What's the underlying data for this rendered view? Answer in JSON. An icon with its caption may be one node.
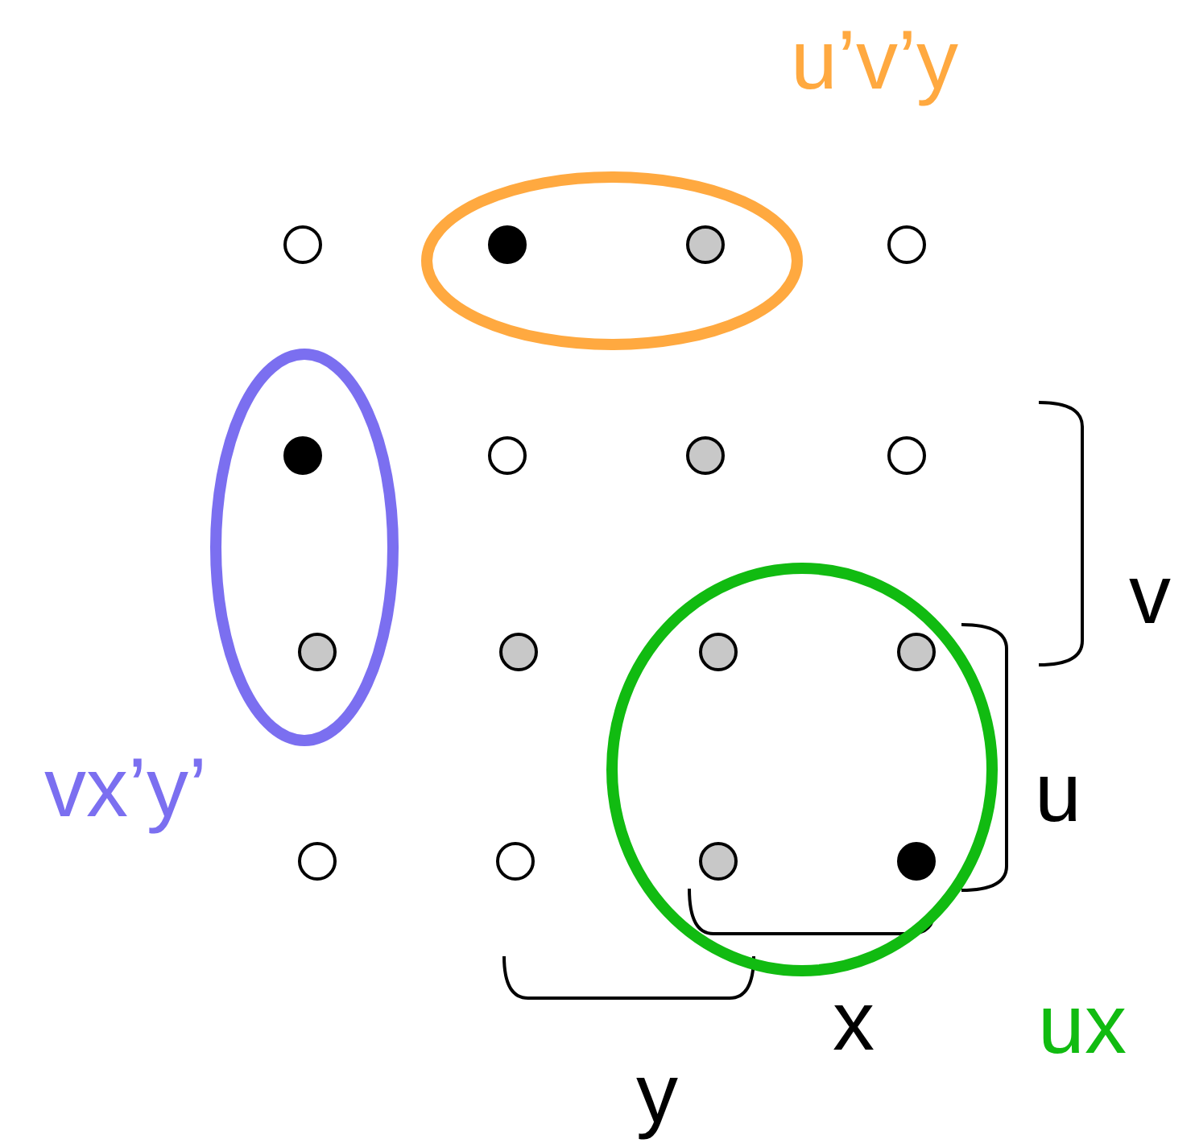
{
  "diagram": {
    "nodes": [
      {
        "text": [],
        "shape": "ellipse",
        "beside": [
          "u’v’y"
        ]
      },
      {
        "text": [],
        "shape": "circle"
      },
      {
        "text": [],
        "shape": "circle",
        "in": 0
      },
      {
        "text": [],
        "shape": "circle",
        "in": 0
      },
      {
        "text": [],
        "shape": "circle"
      },
      {
        "text": [],
        "shape": "ellipse",
        "beside": [
          "vx’y’"
        ]
      },
      {
        "text": [],
        "shape": "circle",
        "in": 5
      },
      {
        "text": [],
        "shape": "circle"
      },
      {
        "text": [],
        "shape": "circle"
      },
      {
        "text": [],
        "shape": "circle"
      },
      {
        "text": [],
        "shape": "circle",
        "in": 5
      },
      {
        "text": [],
        "shape": "circle"
      },
      {
        "text": [],
        "shape": "ellipse",
        "beside": [
          "ux"
        ]
      },
      {
        "text": [],
        "shape": "circle",
        "in": 12
      },
      {
        "text": [],
        "shape": "circle",
        "in": 12
      },
      {
        "text": [],
        "shape": "circle"
      },
      {
        "text": [],
        "shape": "circle"
      },
      {
        "text": [],
        "shape": "circle",
        "in": 12
      },
      {
        "text": [],
        "shape": "circle",
        "in": 12
      }
    ],
    "labels": [
      "v",
      "u",
      "x",
      "y"
    ]
  }
}
